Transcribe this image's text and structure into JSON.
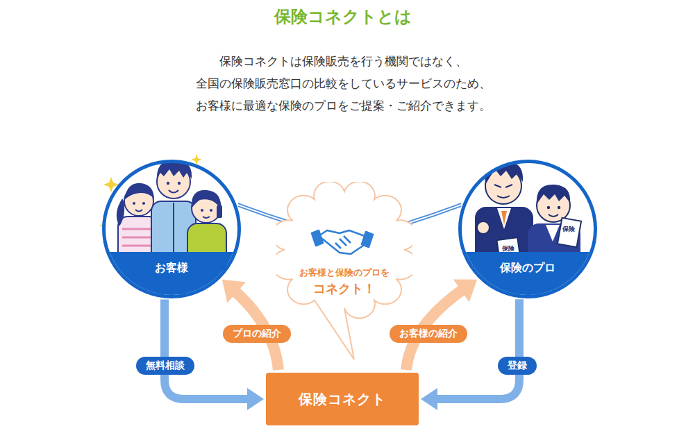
{
  "diagram": {
    "title": "保険コネクトとは",
    "nodes": [
      {
        "text": [
          "お客様"
        ]
      },
      {
        "text": [
          "お客様と保険のプロを",
          "コネクト！"
        ]
      },
      {
        "text": [
          "保険のプロ"
        ]
      },
      {
        "text": [
          "保険コネクト"
        ]
      }
    ],
    "edges": [
      {
        "from": 0,
        "to": 3,
        "label": "無料相談",
        "arrow": "to"
      },
      {
        "from": 3,
        "to": 0,
        "label": "プロの紹介",
        "arrow": "to"
      },
      {
        "from": 3,
        "to": 2,
        "label": "お客様の紹介",
        "arrow": "to"
      },
      {
        "from": 2,
        "to": 3,
        "label": "登録",
        "arrow": "to"
      },
      {
        "from": 0,
        "to": 2,
        "arrow": "none"
      }
    ],
    "labels": [
      "保険コネクトは保険販売を行う機関ではなく、 全国の保険販売窓口の比較をしているサービスのため、 お客様に最適な保険のプロをご提案・ご紹介できます。",
      "保険",
      "保険"
    ]
  }
}
